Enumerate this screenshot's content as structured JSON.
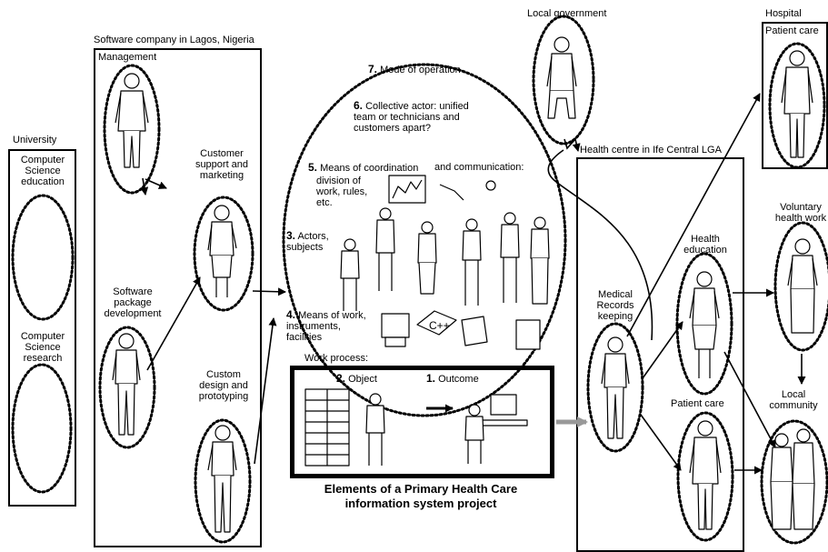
{
  "university": {
    "title": "University",
    "cs_education": "Computer Science education",
    "cs_research": "Computer Science research"
  },
  "company": {
    "title": "Software company in Lagos, Nigeria",
    "management": "Management",
    "software_dev": "Software package development",
    "customer_support": "Customer support and marketing",
    "custom_design": "Custom design and prototyping"
  },
  "activity": {
    "item7_num": "7.",
    "item7": "Mode of operation",
    "item6_num": "6.",
    "item6": "Collective actor: unified team or technicians and customers apart?",
    "item5_num": "5.",
    "item5": "Means of coordination",
    "item5b": "and communication:",
    "item5c": "division of work, rules, etc.",
    "item3_num": "3.",
    "item3": "Actors, subjects",
    "item4_num": "4.",
    "item4": "Means of work, instruments, facilities",
    "work_process": "Work process:",
    "item2_num": "2.",
    "item2": "Object",
    "item1_num": "1.",
    "item1": "Outcome",
    "cpp": "C++",
    "caption_line1": "Elements of a Primary Health Care",
    "caption_line2": "information system project"
  },
  "local_gov": {
    "title": "Local government"
  },
  "hospital": {
    "title": "Hospital",
    "patient_care": "Patient care"
  },
  "health_centre": {
    "title": "Health centre in Ife Central LGA",
    "medical_records": "Medical Records keeping",
    "health_education": "Health education",
    "patient_care": "Patient care"
  },
  "voluntary": {
    "title": "Voluntary health work"
  },
  "local_community": {
    "title": "Local community"
  }
}
